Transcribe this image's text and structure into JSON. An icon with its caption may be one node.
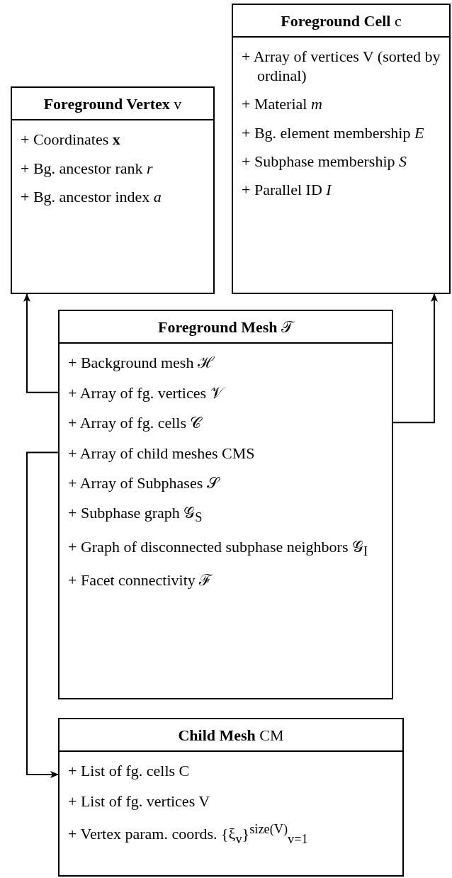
{
  "diagram": {
    "nodes": [
      {
        "text": [
          "**Foreground Cell** c",
          "+ Array of vertices V (sorted by ordinal)",
          "+ Material *m*",
          "+ Bg. element membership *E*",
          "+ Subphase membership *S*",
          "+ Parallel ID *I*"
        ]
      },
      {
        "text": [
          "**Foreground Vertex** v",
          "+ Coordinates **x**",
          "+ Bg. ancestor rank *r*",
          "+ Bg. ancestor index *a*"
        ]
      },
      {
        "text": [
          "**Foreground Mesh** 𝒯",
          "+ Background mesh ℋ",
          "+ Array of fg. vertices 𝒱",
          "+ Array of fg. cells 𝒞",
          "+ Array of child meshes CMS",
          "+ Array of Subphases 𝒮",
          "+ Subphase graph 𝒢$_{S}$",
          "+ Graph of disconnected subphase neighbors 𝒢$_{I}$",
          "+ Facet connectivity ℱ"
        ]
      },
      {
        "text": [
          "**Child Mesh** CM",
          "+ List of fg. cells C",
          "+ List of fg. vertices V",
          "+ Vertex param. coords. {ξ$_{v}$}$^{size(V)}$$_{v=1}$"
        ]
      }
    ],
    "edges": [
      {
        "from": 2,
        "to": 1,
        "arrow": "to"
      },
      {
        "from": 2,
        "to": 0,
        "arrow": "to"
      },
      {
        "from": 2,
        "to": 3,
        "arrow": "to"
      }
    ]
  }
}
